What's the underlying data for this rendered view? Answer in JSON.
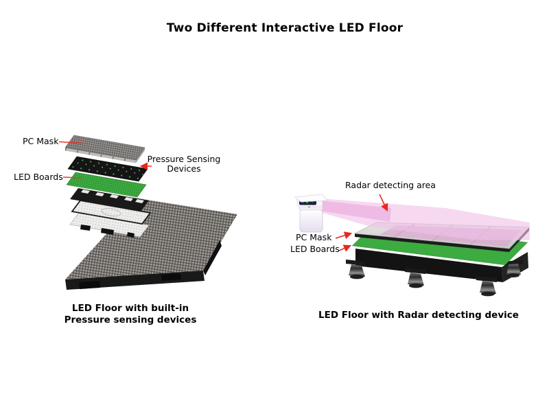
{
  "title": "Two Different Interactive LED Floor",
  "colors": {
    "background": "#ffffff",
    "text": "#000000",
    "callout_red": "#e8281e",
    "led_green": "#3cab40",
    "beam_pink": "#f0bfe7",
    "panel_black": "#141414",
    "floor_gray": "#8e8b88"
  },
  "left_figure": {
    "labels": {
      "pc_mask": "PC Mask",
      "pressure_sensing": "Pressure Sensing Devices",
      "led_boards": "LED Boards"
    },
    "caption": "LED Floor with built-in\nPressure sensing devices"
  },
  "right_figure": {
    "labels": {
      "radar_area": "Radar detecting area",
      "pc_mask": "PC Mask",
      "led_boards": "LED Boards"
    },
    "caption": "LED Floor with Radar detecting device"
  }
}
